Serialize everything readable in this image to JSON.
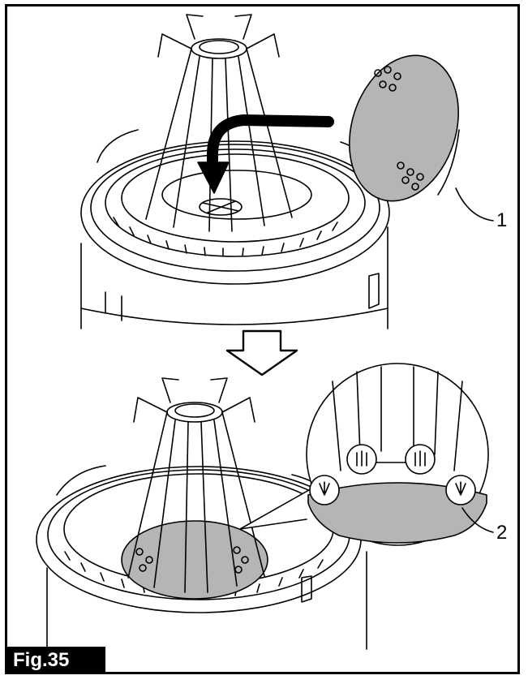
{
  "figure": {
    "label": "Fig.35",
    "callouts": [
      {
        "number": "1",
        "part": "filter"
      },
      {
        "number": "2",
        "part": "filter-tabs"
      }
    ],
    "colors": {
      "line": "#000000",
      "filter_fill": "#b5b5b5",
      "background": "#ffffff",
      "label_bg": "#000000",
      "label_text": "#ffffff"
    }
  }
}
